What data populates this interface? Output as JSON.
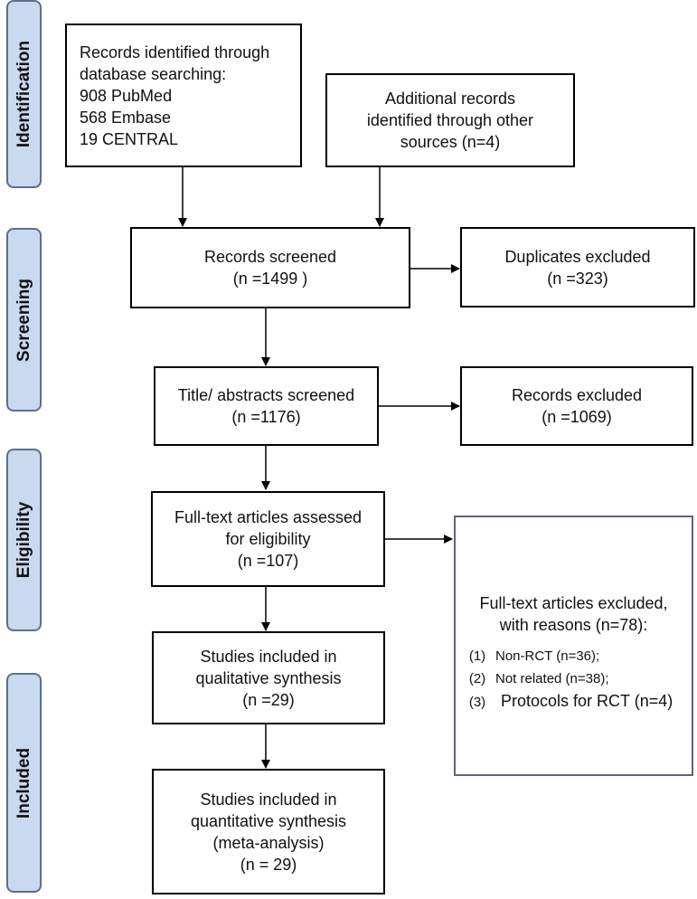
{
  "phases": {
    "identification": "Identification",
    "screening": "Screening",
    "eligibility": "Eligibility",
    "included": "Included"
  },
  "boxes": {
    "records_identified": {
      "lines": [
        "Records identified through",
        "database searching:",
        "908 PubMed",
        "568 Embase",
        "19 CENTRAL"
      ]
    },
    "additional_records": {
      "lines": [
        "Additional records",
        "identified through other",
        "sources (n=4)"
      ]
    },
    "records_screened": {
      "lines": [
        "Records screened",
        "(n =1499 )"
      ]
    },
    "duplicates_excluded": {
      "lines": [
        "Duplicates excluded",
        "(n =323)"
      ]
    },
    "title_abstracts_screened": {
      "lines": [
        "Title/ abstracts screened",
        "(n =1176)"
      ]
    },
    "records_excluded": {
      "lines": [
        "Records excluded",
        "(n =1069)"
      ]
    },
    "fulltext_assessed": {
      "lines": [
        "Full-text articles assessed",
        "for eligibility",
        "(n =107)"
      ]
    },
    "fulltext_excluded": {
      "heading": [
        "Full-text articles excluded,",
        "with reasons (n=78):"
      ],
      "reasons": [
        {
          "num": "(1)",
          "text": "Non-RCT (n=36);"
        },
        {
          "num": "(2)",
          "text": "Not related (n=38);"
        },
        {
          "num": "(3)",
          "text": "Protocols for RCT (n=4)"
        }
      ]
    },
    "qualitative": {
      "lines": [
        "Studies included in",
        "qualitative synthesis",
        "(n =29)"
      ]
    },
    "quantitative": {
      "lines": [
        "Studies included in",
        "quantitative synthesis",
        "(meta-analysis)",
        "(n = 29)"
      ]
    }
  }
}
